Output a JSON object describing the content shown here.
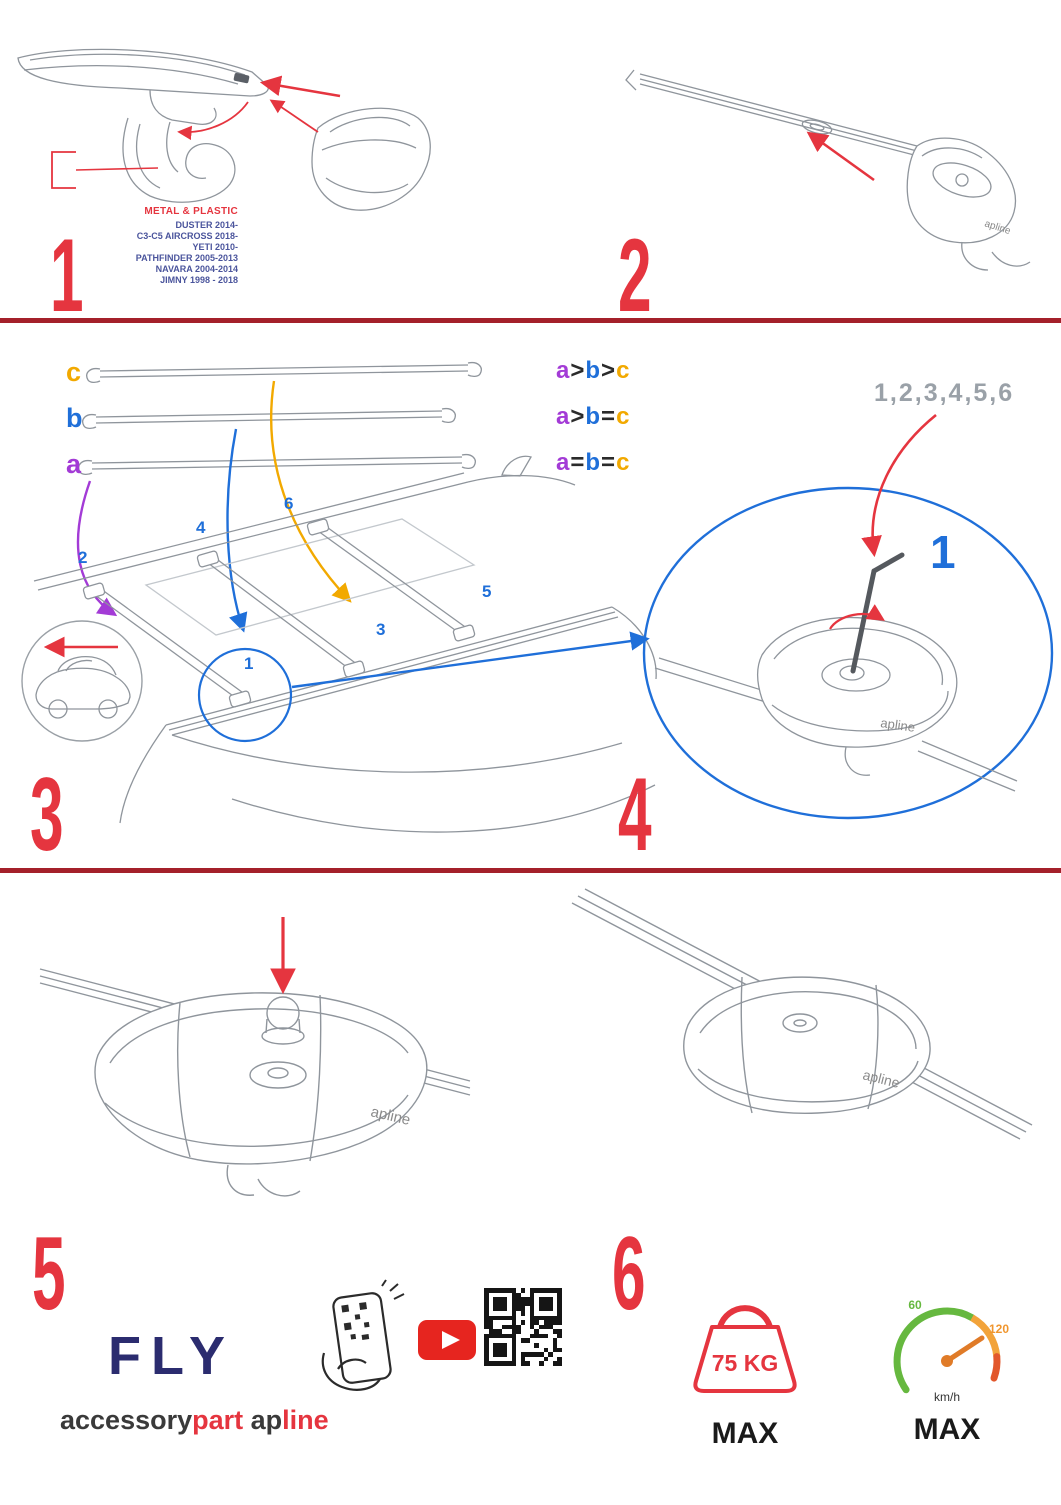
{
  "palette": {
    "accent_red": "#e5353f",
    "divider_red": "#a4202a",
    "navy_text": "#4a549c",
    "brand_navy": "#2b2c6f",
    "blue": "#1f6fd9",
    "purple": "#a33bd6",
    "orange": "#f2a900",
    "lineart_gray": "#8f959c"
  },
  "step1": {
    "numeral": "1",
    "material": "METAL & PLASTIC",
    "vehicles": [
      "DUSTER 2014-",
      "C3-C5 AIRCROSS 2018-",
      "YETI 2010-",
      "PATHFINDER 2005-2013",
      "NAVARA 2004-2014",
      "JIMNY 1998 - 2018"
    ]
  },
  "step2": {
    "numeral": "2"
  },
  "step3": {
    "numeral": "3",
    "bar_labels": {
      "a": "a",
      "b": "b",
      "c": "c"
    },
    "legend": [
      {
        "a": "a",
        "op1": ">",
        "b": "b",
        "op2": ">",
        "c": "c"
      },
      {
        "a": "a",
        "op1": ">",
        "b": "b",
        "op2": "=",
        "c": "c"
      },
      {
        "a": "a",
        "op1": "=",
        "b": "b",
        "op2": "=",
        "c": "c"
      }
    ],
    "positions": {
      "p1": "1",
      "p2": "2",
      "p3": "3",
      "p4": "4",
      "p5": "5",
      "p6": "6"
    }
  },
  "step4": {
    "numeral": "4",
    "sequence": "1,2,3,4,5,6",
    "highlight": "1"
  },
  "step5": {
    "numeral": "5"
  },
  "step6": {
    "numeral": "6",
    "weight": {
      "value": "75 KG",
      "max": "MAX"
    },
    "speed": {
      "t60": "60",
      "t120": "120",
      "unit": "km/h",
      "max": "MAX"
    }
  },
  "brand": {
    "fly": "FLY",
    "accessory": "accessory",
    "part": "part",
    "ap": "ap",
    "line": "line",
    "apline": "apline"
  }
}
